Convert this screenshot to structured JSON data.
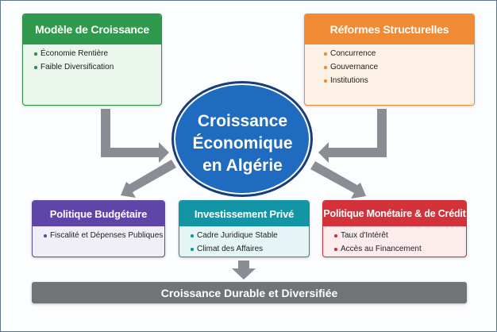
{
  "center": {
    "line1": "Croissance",
    "line2": "Économique",
    "line3": "en Algérie"
  },
  "boxes": {
    "growth_model": {
      "title": "Modèle de Croissance",
      "items": [
        "Économie Rentière",
        "Faible Diversification"
      ]
    },
    "reforms": {
      "title": "Réformes Structurelles",
      "items": [
        "Concurrence",
        "Gouvernance",
        "Institutions"
      ]
    },
    "budget": {
      "title": "Politique Budgétaire",
      "items": [
        "Fiscalité et Dépenses Publiques"
      ]
    },
    "investment": {
      "title": "Investissement Privé",
      "items": [
        "Cadre Juridique Stable",
        "Climat des Affaires"
      ]
    },
    "monetary": {
      "title": "Politique Monétaire & de Crédit",
      "items": [
        "Taux d'Intérêt",
        "Accès au Financement"
      ]
    }
  },
  "outcome": "Croissance Durable et Diversifiée",
  "colors": {
    "green": "#2f9a4e",
    "orange": "#f08a35",
    "purple": "#5d46a8",
    "teal": "#1495a5",
    "red": "#d3323b",
    "center": "#1e6bbf",
    "arrow": "#8a8e94"
  }
}
